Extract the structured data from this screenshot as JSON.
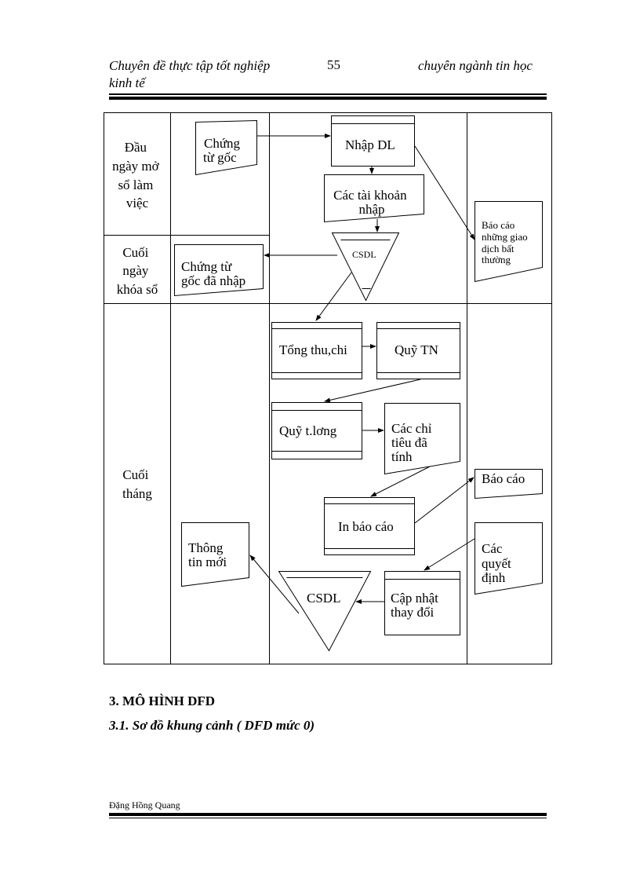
{
  "header": {
    "left_line1": "Chuyên đề thực tập tốt nghiệp",
    "left_line2": "kinh tế",
    "page_number": "55",
    "right": "chuyên ngành tin học"
  },
  "diagram": {
    "lanes": {
      "row1": [
        "Đầu",
        "ngày mở",
        "sổ làm",
        "việc"
      ],
      "row2": [
        "Cuối",
        "ngày",
        "khóa sổ"
      ],
      "row3": [
        "Cuối",
        "tháng"
      ]
    },
    "documents": {
      "chung_tu_goc": [
        "Chứng",
        "từ gốc"
      ],
      "cac_tai_khoan_nhap": [
        "Các tài khoản",
        "nhập"
      ],
      "bao_cao_bat_thuong": [
        "Báo cáo",
        "những giao",
        "dịch bất",
        "thường"
      ],
      "chung_tu_goc_da_nhap": [
        "Chứng từ",
        "gốc đã nhập"
      ],
      "cac_chi_tieu": [
        "Các chỉ",
        "tiêu đã",
        "tính"
      ],
      "bao_cao": [
        "Báo cáo"
      ],
      "cac_quyet_dinh": [
        "Các",
        "quyết",
        "định"
      ],
      "thong_tin_moi": [
        "Thông",
        "tin mới"
      ]
    },
    "processes": {
      "nhap_dl": "Nhập DL",
      "tong_thu_chi": "Tổng thu,chi",
      "quy_tn": "Quỹ TN",
      "quy_t_long": "Quỹ t.lơng",
      "in_bao_cao": "In báo cáo",
      "cap_nhat": [
        "Cập nhật",
        "thay đổi"
      ]
    },
    "stores": {
      "csdl_top": "CSDL",
      "csdl_bottom": "CSDL"
    }
  },
  "section": {
    "heading": "3. MÔ HÌNH DFD",
    "subheading": "3.1. Sơ đồ khung cảnh ( DFD mức 0)"
  },
  "footer": {
    "author": "Đặng Hồng Quang"
  }
}
